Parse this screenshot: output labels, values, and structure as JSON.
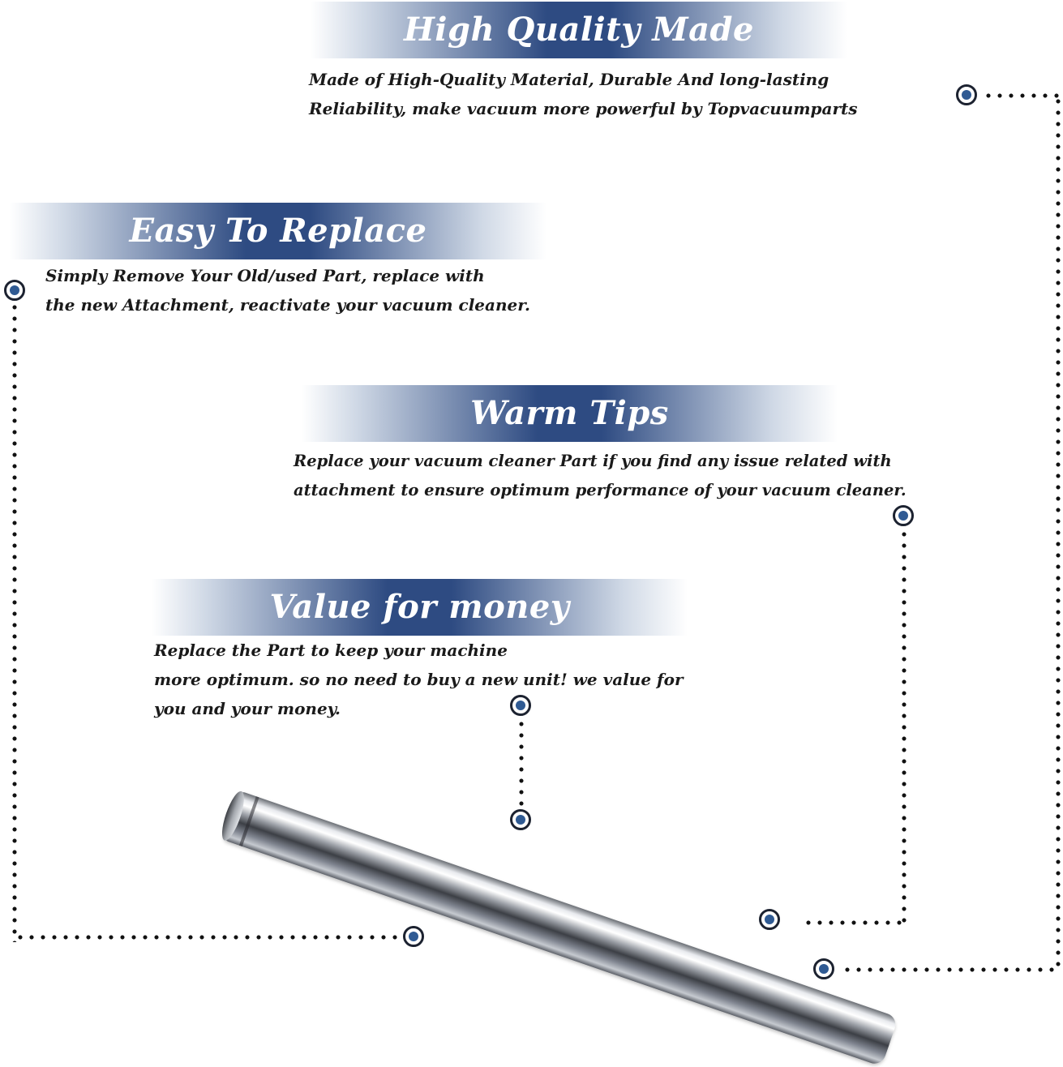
{
  "sections": {
    "high_quality": {
      "title": "High Quality Made",
      "lines": [
        "Made of  High-Quality Material, Durable And long-lasting",
        "Reliability, make vacuum more powerful by Topvacuumparts"
      ]
    },
    "easy_replace": {
      "title": "Easy To Replace",
      "lines": [
        "Simply Remove Your Old/used Part, replace with",
        "the new Attachment, reactivate your vacuum cleaner."
      ]
    },
    "warm_tips": {
      "title": "Warm Tips",
      "lines": [
        "Replace your vacuum cleaner Part if you find any issue related with",
        " attachment to ensure optimum performance of your vacuum cleaner."
      ]
    },
    "value_money": {
      "title": "Value for money",
      "lines": [
        "Replace the Part to keep your machine",
        "more optimum. so no need to buy a new unit! we value for",
        "you and your money."
      ]
    }
  },
  "colors": {
    "banner": "#2e4b82",
    "marker_fill": "#2f5a93",
    "text": "#1a1a1a"
  },
  "product": {
    "icon": "chrome-extension-wand-image"
  }
}
